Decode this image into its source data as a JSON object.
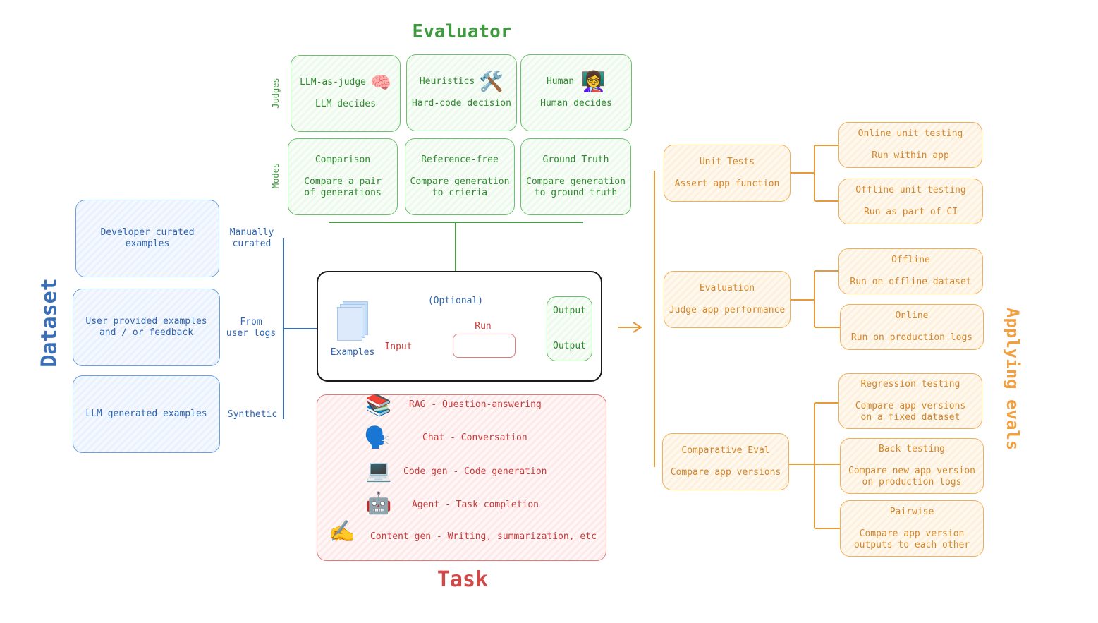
{
  "evaluator": {
    "title": "Evaluator",
    "judges_label": "Judges",
    "modes_label": "Modes",
    "judges": [
      {
        "title": "LLM-as-judge",
        "desc": "LLM decides",
        "icon": "🧠"
      },
      {
        "title": "Heuristics",
        "desc": "Hard-code decision",
        "icon": "🛠️"
      },
      {
        "title": "Human",
        "desc": "Human decides",
        "icon": "👩‍🏫"
      }
    ],
    "modes": [
      {
        "title": "Comparison",
        "desc1": "Compare a pair",
        "desc2": "of generations"
      },
      {
        "title": "Reference-free",
        "desc1": "Compare generation",
        "desc2": "to crieria"
      },
      {
        "title": "Ground Truth",
        "desc1": "Compare generation",
        "desc2": "to ground truth"
      }
    ]
  },
  "dataset": {
    "title": "Dataset",
    "boxes": [
      {
        "line1": "Developer curated",
        "line2": "examples"
      },
      {
        "line1": "User provided examples",
        "line2": "and / or feedback"
      },
      {
        "line1": "LLM generated examples",
        "line2": ""
      }
    ],
    "sources": [
      {
        "line1": "Manually",
        "line2": "curated"
      },
      {
        "line1": "From",
        "line2": "user logs"
      },
      {
        "line1": "Synthetic",
        "line2": ""
      }
    ]
  },
  "center": {
    "examples_label": "Examples",
    "optional_label": "(Optional)",
    "input_label": "Input",
    "run_label": "Run",
    "output_top": "Output",
    "output_bottom": "Output"
  },
  "task": {
    "title": "Task",
    "items": [
      {
        "icon": "📚",
        "label": "RAG - Question-answering"
      },
      {
        "icon": "🗣️",
        "label": "Chat - Conversation"
      },
      {
        "icon": "💻",
        "label": "Code gen - Code generation"
      },
      {
        "icon": "🤖",
        "label": "Agent - Task completion"
      },
      {
        "icon": "✍️",
        "label": "Content gen - Writing, summarization, etc"
      }
    ]
  },
  "applying": {
    "title": "Applying evals",
    "groups": [
      {
        "title": "Unit Tests",
        "desc": "Assert app function",
        "children": [
          {
            "title": "Online unit testing",
            "desc1": "Run within app",
            "desc2": ""
          },
          {
            "title": "Offline unit testing",
            "desc1": "Run as part of CI",
            "desc2": ""
          }
        ]
      },
      {
        "title": "Evaluation",
        "desc": "Judge app performance",
        "children": [
          {
            "title": "Offline",
            "desc1": "Run on offline dataset",
            "desc2": ""
          },
          {
            "title": "Online",
            "desc1": "Run on production logs",
            "desc2": ""
          }
        ]
      },
      {
        "title": "Comparative Eval",
        "desc": "Compare app versions",
        "children": [
          {
            "title": "Regression testing",
            "desc1": "Compare app versions",
            "desc2": "on a fixed dataset"
          },
          {
            "title": "Back testing",
            "desc1": "Compare new app version",
            "desc2": "on production logs"
          },
          {
            "title": "Pairwise",
            "desc1": "Compare app version",
            "desc2": "outputs to each other"
          }
        ]
      }
    ]
  },
  "colors": {
    "green": "#2f8a2f",
    "blue": "#2f64b0",
    "orange": "#d4862a",
    "red": "#c73a3a"
  }
}
